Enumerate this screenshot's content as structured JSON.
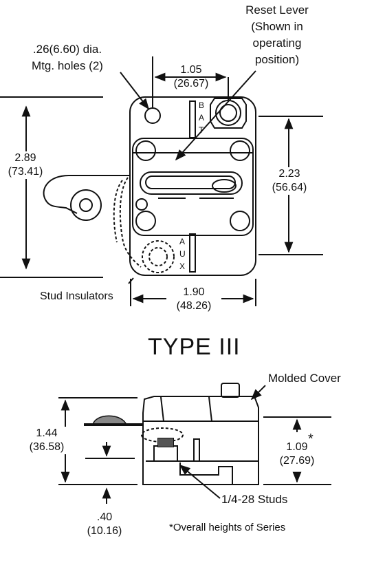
{
  "top": {
    "reset_lever": [
      "Reset Lever",
      "(Shown in",
      "operating",
      "position)"
    ],
    "mtg_holes": [
      ".26(6.60) dia.",
      "Mtg. holes (2)"
    ],
    "dim_width_top": [
      "1.05",
      "(26.67)"
    ],
    "dim_height_left": [
      "2.89",
      "(73.41)"
    ],
    "dim_height_right": [
      "2.23",
      "(56.64)"
    ],
    "dim_width_bottom": [
      "1.90",
      "(48.26)"
    ],
    "stud_insulators": "Stud Insulators",
    "bat_letters": [
      "B",
      "A",
      "T"
    ],
    "aux_letters": [
      "A",
      "U",
      "X"
    ]
  },
  "title": "TYPE III",
  "side": {
    "molded_cover": "Molded Cover",
    "dim_overall": [
      "1.44",
      "(36.58)"
    ],
    "dim_body": [
      "1.09",
      "(27.69)"
    ],
    "asterisk": "*",
    "dim_base": [
      ".40",
      "(10.16)"
    ],
    "studs": "1/4-28 Studs",
    "footnote": "*Overall heights of Series"
  }
}
